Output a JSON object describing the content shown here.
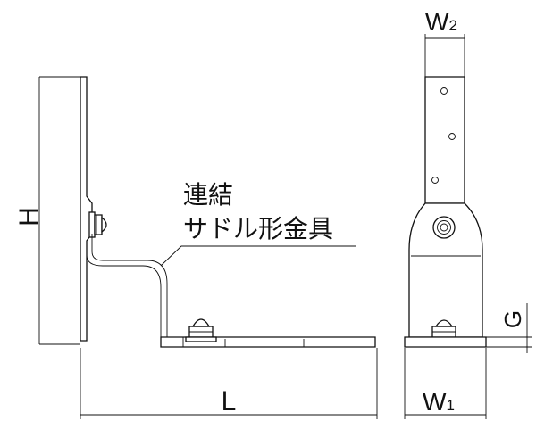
{
  "labels": {
    "height": "H",
    "length": "L",
    "width_top_letter": "W",
    "width_top_sub": "2",
    "width_bottom_letter": "W",
    "width_bottom_sub": "1",
    "gap": "G",
    "part_name_line1": "連結",
    "part_name_line2": "サドル形金具"
  }
}
